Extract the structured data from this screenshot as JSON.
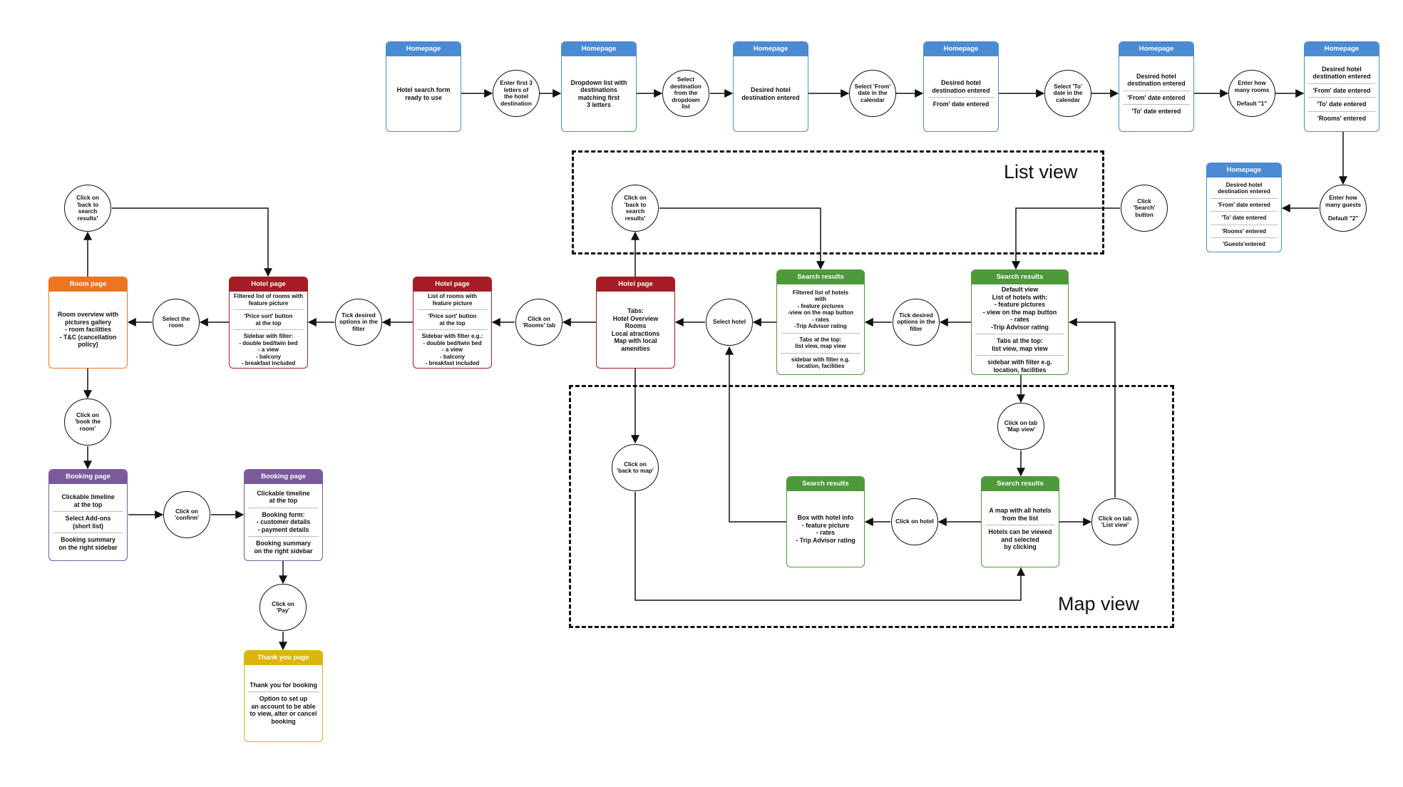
{
  "colors": {
    "homepage": "#4a8bd4",
    "hotel_page": "#a51c24",
    "room_page": "#ed7421",
    "search_results": "#4c9a3a",
    "booking_page": "#7b5a9c",
    "thank_you_page": "#dbb60e"
  },
  "regions": {
    "list_view": "List view",
    "map_view": "Map view"
  },
  "pages": {
    "home1": {
      "title": "Homepage",
      "lines": [
        "Hotel search form\nready to use"
      ]
    },
    "home2": {
      "title": "Homepage",
      "lines": [
        "Dropdown list with\ndestinations\nmatching first\n3 letters"
      ]
    },
    "home3": {
      "title": "Homepage",
      "lines": [
        "Desired hotel\ndestination entered"
      ]
    },
    "home4": {
      "title": "Homepage",
      "lines": [
        "Desired hotel\ndestination entered",
        "From' date entered"
      ]
    },
    "home5": {
      "title": "Homepage",
      "lines": [
        "Desired hotel\ndestination entered",
        "'From' date entered",
        "'To' date entered"
      ]
    },
    "home6": {
      "title": "Homepage",
      "lines": [
        "Desired hotel\ndestination entered",
        "'From' date entered",
        "'To' date entered",
        "'Rooms' entered"
      ]
    },
    "home7": {
      "title": "Homepage",
      "lines": [
        "Desired hotel\ndestination entered",
        "'From' date entered",
        "'To' date entered",
        "'Rooms' entered",
        "'Guests'entered"
      ]
    },
    "sr_default": {
      "title": "Search results",
      "lines": [
        "Default view\nList of hotels with:\n- feature pictures\n- view on the map button\n- rates\n-Trip Advisor rating",
        "Tabs at the top:\nlist view, map view",
        "sidebar with filter e.g.\nlocation, facilities"
      ]
    },
    "sr_filtered": {
      "title": "Search results",
      "lines": [
        "Filtered list of hotels\nwith\n- feature pictures\n-view on the map button\n- rates\n-Trip Advisor rating",
        "Tabs at the top:\nlist view, map view",
        "sidebar with filter e.g.\nlocation, facilities"
      ]
    },
    "sr_map": {
      "title": "Search results",
      "lines": [
        "A map with all hotels\nfrom the list",
        "Hotels can be viewed\nand selected\nby clicking"
      ]
    },
    "sr_box": {
      "title": "Search results",
      "lines": [
        "Box with hotel info\n- feature picture\n- rates\n- Trip Advisor rating"
      ]
    },
    "hotel1": {
      "title": "Hotel page",
      "lines": [
        "Tabs:\nHotel Overview\nRooms\nLocal atractions\nMap with local\namenities"
      ]
    },
    "hotel2": {
      "title": "Hotel page",
      "lines": [
        "List of rooms with\nfeature picture",
        "'Price sort' button\nat the top",
        "Sidebar with filter e.g.:\n- double bed/twin bed\n- a view\n- balcony\n- breakfast included"
      ]
    },
    "hotel3": {
      "title": "Hotel page",
      "lines": [
        "Filtered list of rooms with\nfeature picture",
        "'Price sort' button\nat the top",
        "Sidebar with filter:\n- double bed/twin bed\n- a view\n- balcony\n- breakfast included"
      ]
    },
    "room": {
      "title": "Room page",
      "lines": [
        "Room overview with\npictures gallery\n- room facilities\n- T&C (cancellation\npolicy)"
      ]
    },
    "booking1": {
      "title": "Booking page",
      "lines": [
        "Clickable timeline\nat the top",
        "Select Add-ons\n(short list)",
        "Booking summary\non the right sidebar"
      ]
    },
    "booking2": {
      "title": "Booking page",
      "lines": [
        "Clickable timeline\nat the top",
        "Booking form:\n- customer details\n- payment details",
        "Booking summary\non the right sidebar"
      ]
    },
    "thankyou": {
      "title": "Thank you page",
      "lines": [
        "Thank you for booking",
        "Option to set up\nan account to be able\nto view, alter or cancel\nbooking"
      ]
    }
  },
  "actions": {
    "a1": "Enter first 3\nletters of\nthe hotel\ndestination",
    "a2": "Select\ndestination\nfrom the\ndropdown\nlist",
    "a3": "Select 'From'\ndate in the\ncalendar",
    "a4": "Select 'To'\ndate in the\ncalendar",
    "a5": "Enter how\nmany rooms\n\nDefault \"1\"",
    "a6": "Enter how\nmany guests\n\nDefault \"2\"",
    "a7": "Click\n'Search'\nbutton",
    "a8": "Tick desired\noptions in the\nfilter",
    "a9": "Select hotel",
    "a10": "Click on\n'back to search\nresults'",
    "a11": "Click on tab\n'Map view'",
    "a12": "Click on tab\n'List view'",
    "a13": "Click on hotel",
    "a14": "Click on\n'back to map'",
    "a15": "Click on\n'Rooms' tab",
    "a16": "Tick desired\noptions in the\nfilter",
    "a17": "Select the room",
    "a18": "Click on\n'back to search\nresults'",
    "a19": "Click on\n'book the room'",
    "a20": "Click on\n'confirm'",
    "a21": "Click on\n'Pay'"
  }
}
